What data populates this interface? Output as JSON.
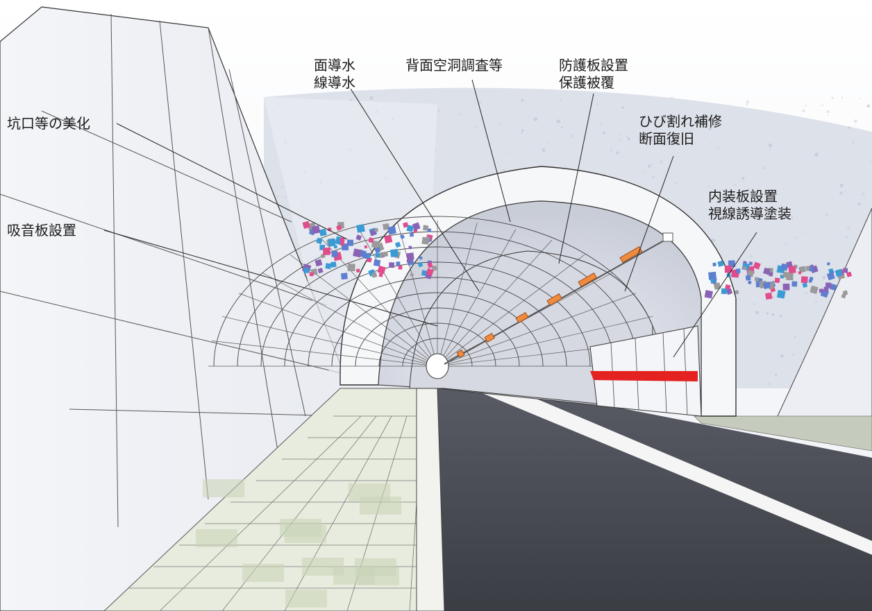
{
  "labels": {
    "portal_beautify": "坑口等の美化",
    "sound_absorb": "吸音板設置",
    "drainage_1": "面導水",
    "drainage_2": "線導水",
    "cavity": "背面空洞調査等",
    "protect_1": "防護板設置",
    "protect_2": "保護被覆",
    "crack_1": "ひび割れ補修",
    "crack_2": "断面復旧",
    "interior_1": "内装板設置",
    "interior_2": "視線誘導塗装"
  },
  "colors": {
    "line": "#222222",
    "lining": "#e6e8ee",
    "road": "#3e4046",
    "stripe": "#e52222",
    "lamp": "#f08a3c",
    "sidewalk": "#c8d3b7",
    "mosaic": [
      "#3a9bd5",
      "#8a63b5",
      "#e04c8c",
      "#5e7fd0",
      "#9a9a9a"
    ]
  }
}
